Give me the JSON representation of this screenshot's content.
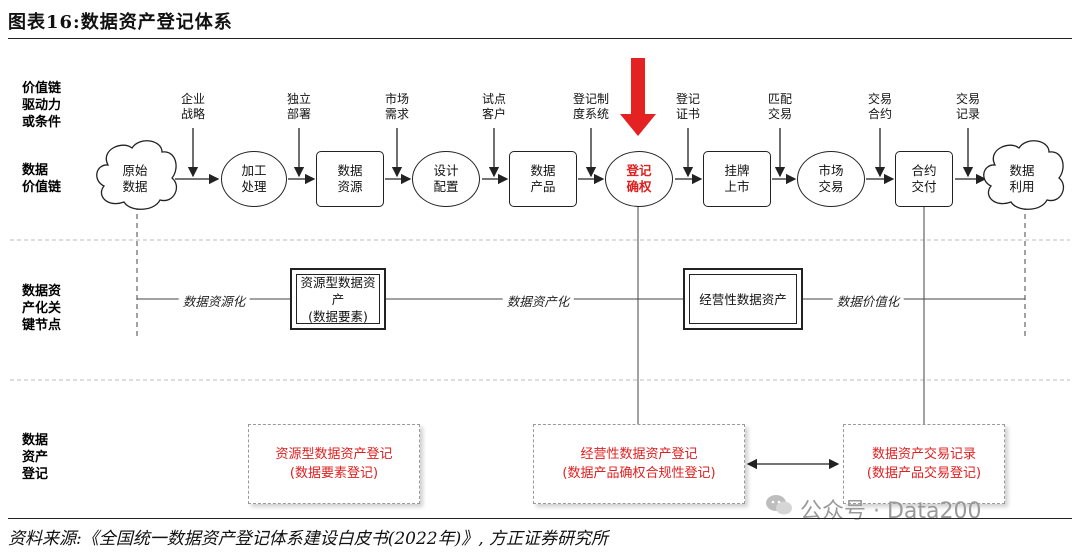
{
  "header": {
    "title": "图表16:数据资产登记体系"
  },
  "rows": {
    "driver": "价值链\n驱动力\n或条件",
    "chain": "数据\n价值链",
    "nodes": "数据资\n产化关\n键节点",
    "registry": "数据\n资产\n登记"
  },
  "drivers": [
    "企业\n战略",
    "独立\n部署",
    "市场\n需求",
    "试点\n客户",
    "登记制\n度系统",
    "登记\n证书",
    "匹配\n交易",
    "交易\n合约",
    "交易\n记录"
  ],
  "chain_nodes": [
    "原始\n数据",
    "加工\n处理",
    "数据\n资源",
    "设计\n配置",
    "数据\n产品",
    "登记\n确权",
    "挂牌\n上市",
    "市场\n交易",
    "合约\n交付",
    "数据\n利用"
  ],
  "key_nodes": {
    "label_left": "数据资源化",
    "box_left": "资源型数据资产\n(数据要素)",
    "label_mid": "数据资产化",
    "box_right": "经营性数据资产",
    "label_right": "数据价值化"
  },
  "registry": {
    "box1": "资源型数据资产登记\n(数据要素登记)",
    "box2": "经营性数据资产登记\n(数据产品确权合规性登记)",
    "box3": "数据资产交易记录\n(数据产品交易登记)"
  },
  "colors": {
    "accent": "#e02020",
    "line": "#222222"
  },
  "footer": {
    "source": "资料来源:《全国统一数据资产登记体系建设白皮书(2022年)》, 方正证券研究所",
    "watermark": "公众号 · Data200"
  }
}
